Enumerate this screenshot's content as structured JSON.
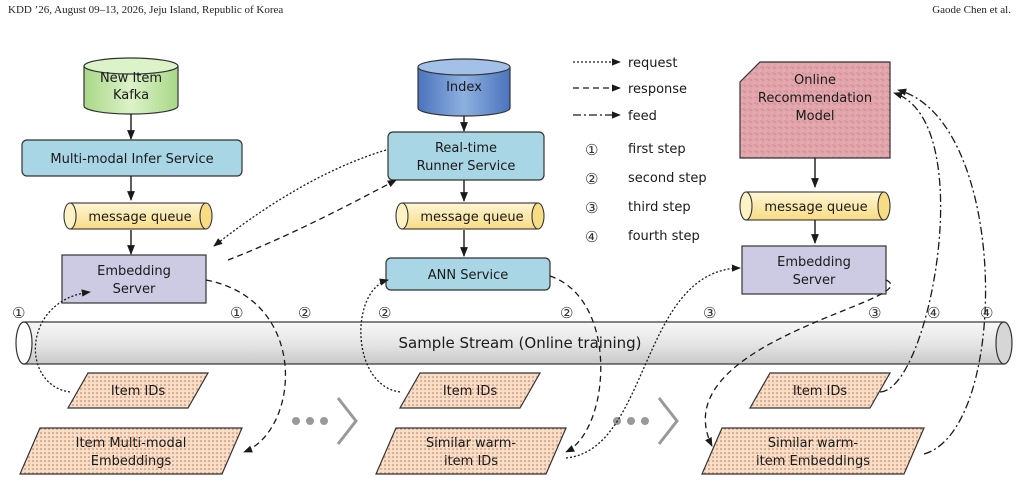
{
  "header": {
    "left": "KDD ’26, August 09–13, 2026, Jeju Island, Republic of Korea",
    "right": "Gaode Chen et al."
  },
  "colors": {
    "kafka": "#c9eab4",
    "index": "#5c86c9",
    "service": "#a9d6e4",
    "queue": "#fbe9a9",
    "server": "#cdcbe3",
    "model": "#e1a5ab",
    "data": "#f6dfc9",
    "stream": "#e0e0e0"
  },
  "diagram": {
    "kafka_line1": "New Item",
    "kafka_line2": "Kafka",
    "index_label": "Index",
    "model_line1": "Online",
    "model_line2": "Recommendation",
    "model_line3": "Model",
    "infer_service": "Multi-modal Infer Service",
    "runner_line1": "Real-time",
    "runner_line2": "Runner Service",
    "queue_1": "message queue",
    "queue_2": "message queue",
    "queue_3": "message queue",
    "emb_server1_line1": "Embedding",
    "emb_server1_line2": "Server",
    "ann_service": "ANN Service",
    "emb_server2_line1": "Embedding",
    "emb_server2_line2": "Server",
    "stream_label": "Sample Stream (Online training)",
    "item_ids_1": "Item IDs",
    "item_ids_2": "Item IDs",
    "item_ids_3": "Item IDs",
    "mm_emb_line1": "Item Multi-modal",
    "mm_emb_line2": "Embeddings",
    "warm_ids_line1": "Similar warm-",
    "warm_ids_line2": "item IDs",
    "warm_emb_line1": "Similar warm-",
    "warm_emb_line2": "item Embeddings",
    "step_marks": [
      "①",
      "①",
      "②",
      "②",
      "②",
      "③",
      "③",
      "④",
      "④"
    ]
  },
  "legend": {
    "request": "request",
    "response": "response",
    "feed": "feed",
    "steps": [
      {
        "mark": "①",
        "label": "first step"
      },
      {
        "mark": "②",
        "label": "second step"
      },
      {
        "mark": "③",
        "label": "third step"
      },
      {
        "mark": "④",
        "label": "fourth step"
      }
    ]
  }
}
